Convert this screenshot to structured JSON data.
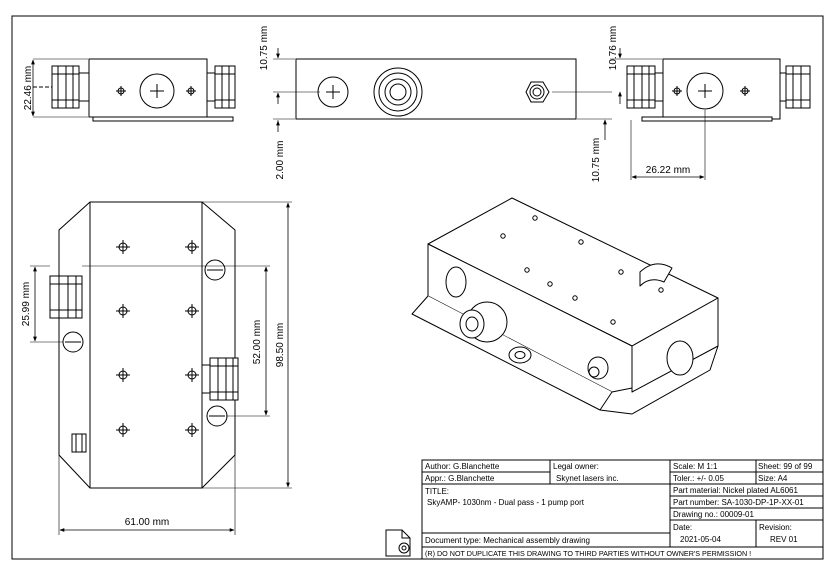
{
  "dimensions": {
    "height_left": "22.46 mm",
    "top_offset_left": "10.75 mm",
    "bottom_offset": "2.00 mm",
    "top_offset_right": "10.76 mm",
    "bottom_offset_right": "10.75 mm",
    "side_offset": "26.22 mm",
    "port_offset": "25.99 mm",
    "port_spacing": "52.00 mm",
    "total_length": "98.50 mm",
    "width": "61.00 mm"
  },
  "title_block": {
    "author": "Author: G.Blanchette",
    "approver": "Appr.:   G.Blanchette",
    "legal_owner_label": "Legal owner:",
    "legal_owner_value": "Skynet lasers inc.",
    "scale": "Scale:  M 1:1",
    "sheet": "Sheet: 99 of 99",
    "tolerance": "Toler.: +/- 0.05",
    "size": "Size:   A4",
    "title_label": "TITLE:",
    "title_value": "SkyAMP- 1030nm - Dual pass - 1 pump port",
    "material": "Part material: Nickel plated AL6061",
    "part_number": "Part number:  SA-1030-DP-1P-XX-01",
    "drawing_no": "Drawing no.:  00009-01",
    "date_label": "Date:",
    "date_value": "2021-05-04",
    "revision_label": "Revision:",
    "revision_value": "REV 01",
    "document_type": "Document type:  Mechanical assembly drawing",
    "notice": "(R) DO NOT DUPLICATE THIS DRAWING TO THIRD PARTIES WITHOUT OWNER'S PERMISSION !"
  }
}
